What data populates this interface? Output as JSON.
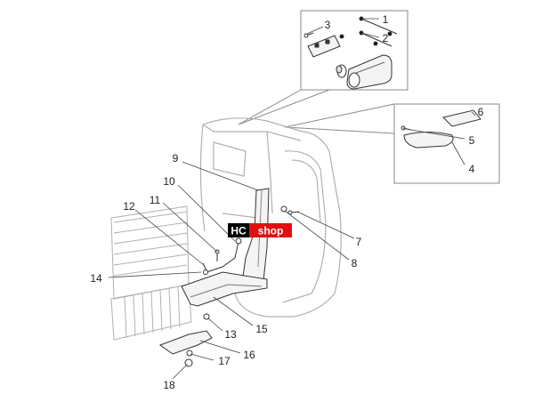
{
  "watermark": {
    "left": "HC",
    "right": "shop",
    "left_bg": "#000000",
    "right_bg": "#e01010"
  },
  "callouts": [
    "1",
    "2",
    "3",
    "4",
    "5",
    "6",
    "7",
    "8",
    "9",
    "10",
    "11",
    "12",
    "13",
    "14",
    "15",
    "16",
    "17",
    "18"
  ],
  "colors": {
    "line": "#8a8a8a",
    "dark": "#333333",
    "part_fill": "#f4f4f4"
  }
}
